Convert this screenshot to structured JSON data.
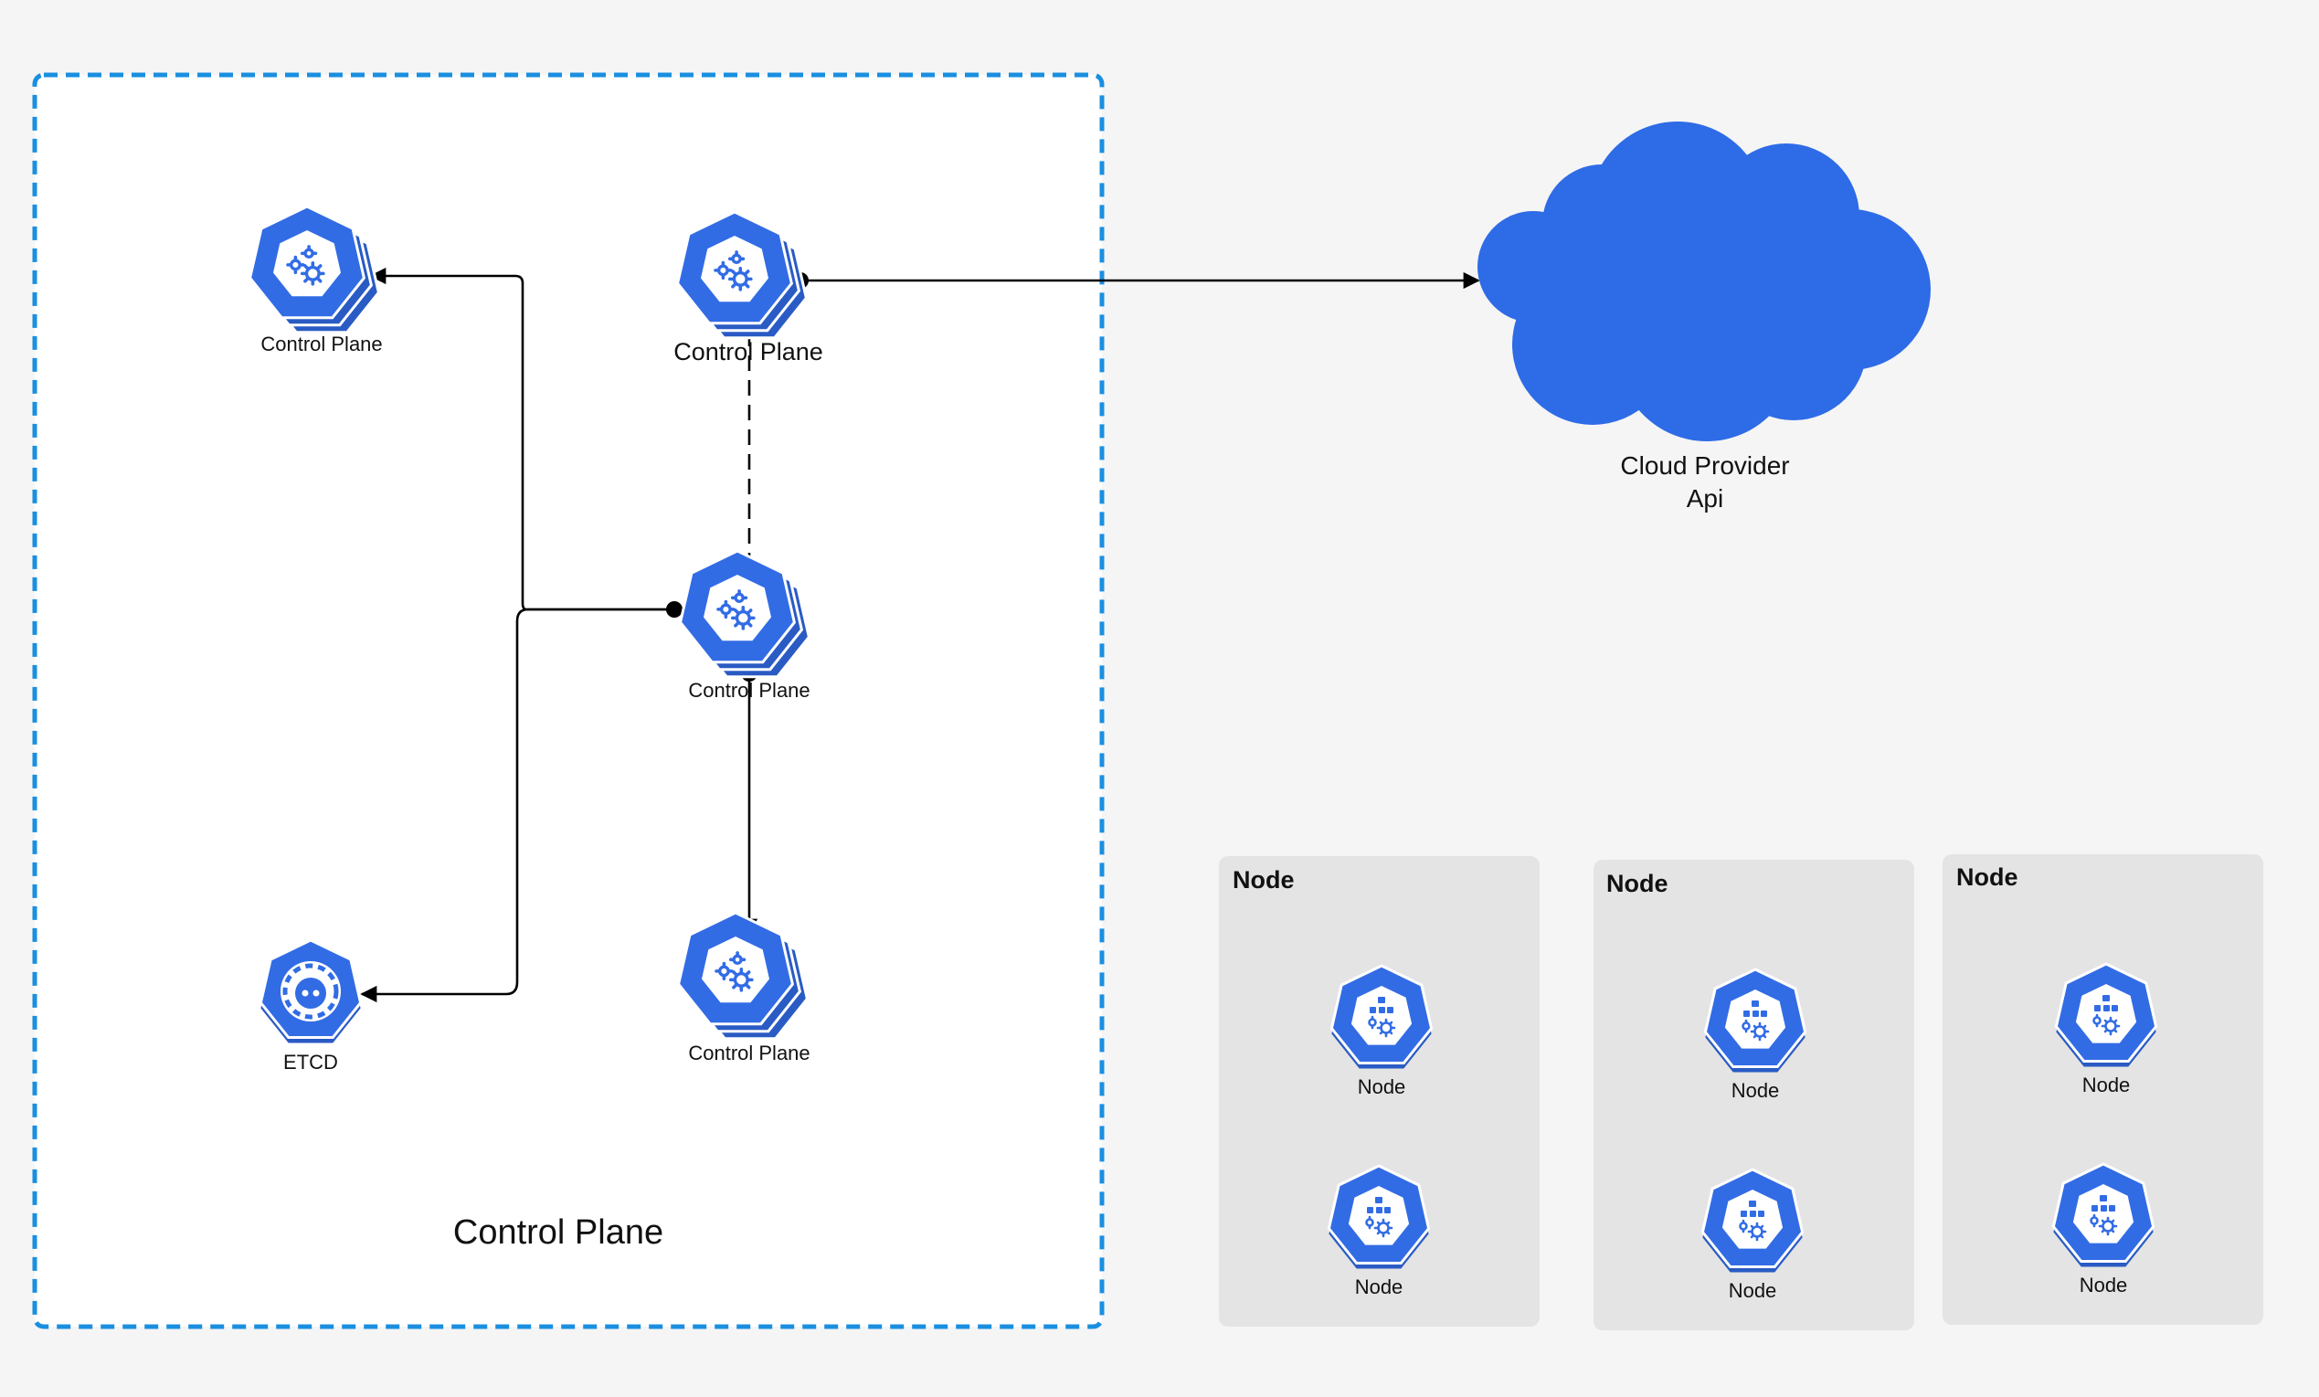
{
  "colors": {
    "background": "#f5f5f5",
    "icon_blue": "#326ce5",
    "icon_shadow": "#2a5bc4",
    "cloud_blue": "#2e6be6",
    "boundary_dash": "#1a8fe0",
    "node_group_bg": "#e4e4e4",
    "connector": "#000000"
  },
  "control_plane_boundary": {
    "title": "Control Plane"
  },
  "control_plane_nodes": [
    {
      "id": "cp-top-left",
      "label": "Control Plane",
      "icon": "control-plane-gears-icon"
    },
    {
      "id": "cp-top-center",
      "label": "Control Plane",
      "icon": "control-plane-gears-icon"
    },
    {
      "id": "cp-middle",
      "label": "Control Plane",
      "icon": "control-plane-gears-icon"
    },
    {
      "id": "cp-bottom",
      "label": "Control Plane",
      "icon": "control-plane-gears-icon"
    }
  ],
  "etcd": {
    "label": "ETCD",
    "icon": "etcd-icon"
  },
  "cloud": {
    "line1": "Cloud Provider",
    "line2": "Api",
    "icon": "cloud-icon"
  },
  "node_groups": [
    {
      "title": "Node",
      "nodes": [
        {
          "label": "Node"
        },
        {
          "label": "Node"
        }
      ]
    },
    {
      "title": "Node",
      "nodes": [
        {
          "label": "Node"
        },
        {
          "label": "Node"
        }
      ]
    },
    {
      "title": "Node",
      "nodes": [
        {
          "label": "Node"
        },
        {
          "label": "Node"
        }
      ]
    }
  ],
  "connections": [
    {
      "from": "cp-middle",
      "to": "cp-top-left",
      "style": "solid",
      "arrow": "end"
    },
    {
      "from": "cp-middle",
      "to": "etcd",
      "style": "solid",
      "arrow": "end"
    },
    {
      "from": "cp-middle",
      "to": "cp-top-center",
      "style": "dashed",
      "arrow": "end"
    },
    {
      "from": "cp-middle",
      "to": "cp-bottom",
      "style": "solid",
      "arrow": "end"
    },
    {
      "from": "cp-top-center",
      "to": "cloud",
      "style": "solid",
      "arrow": "end"
    }
  ]
}
